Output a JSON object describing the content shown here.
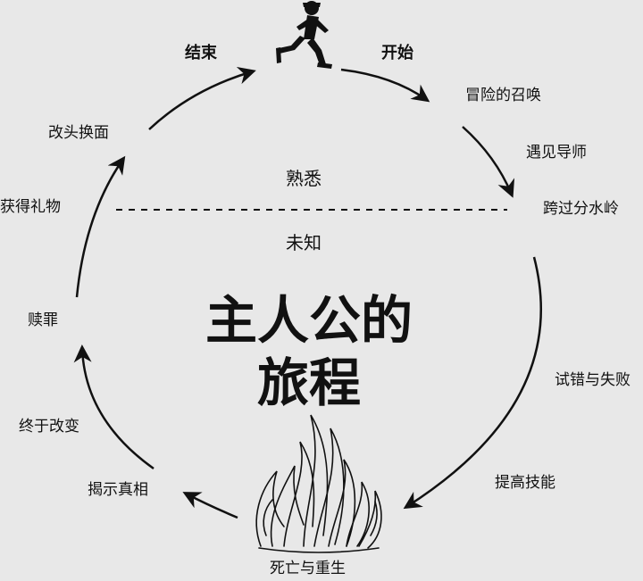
{
  "title": {
    "line1": "主人公的",
    "line2": "旅程"
  },
  "zones": {
    "upper": "熟悉",
    "lower": "未知"
  },
  "stages": {
    "end": "结束",
    "start": "开始",
    "call_to_adventure": "冒险的召唤",
    "meet_mentor": "遇见导师",
    "cross_threshold": "跨过分水岭",
    "trial_and_error": "试错与失败",
    "improve_skills": "提高技能",
    "death_and_rebirth": "死亡与重生",
    "reveal_truth": "揭示真相",
    "final_change": "终于改变",
    "atonement": "赎罪",
    "receive_gift": "获得礼物",
    "transformation": "改头换面"
  },
  "icons": {
    "top": "running-person-icon",
    "bottom": "fire-icon"
  }
}
